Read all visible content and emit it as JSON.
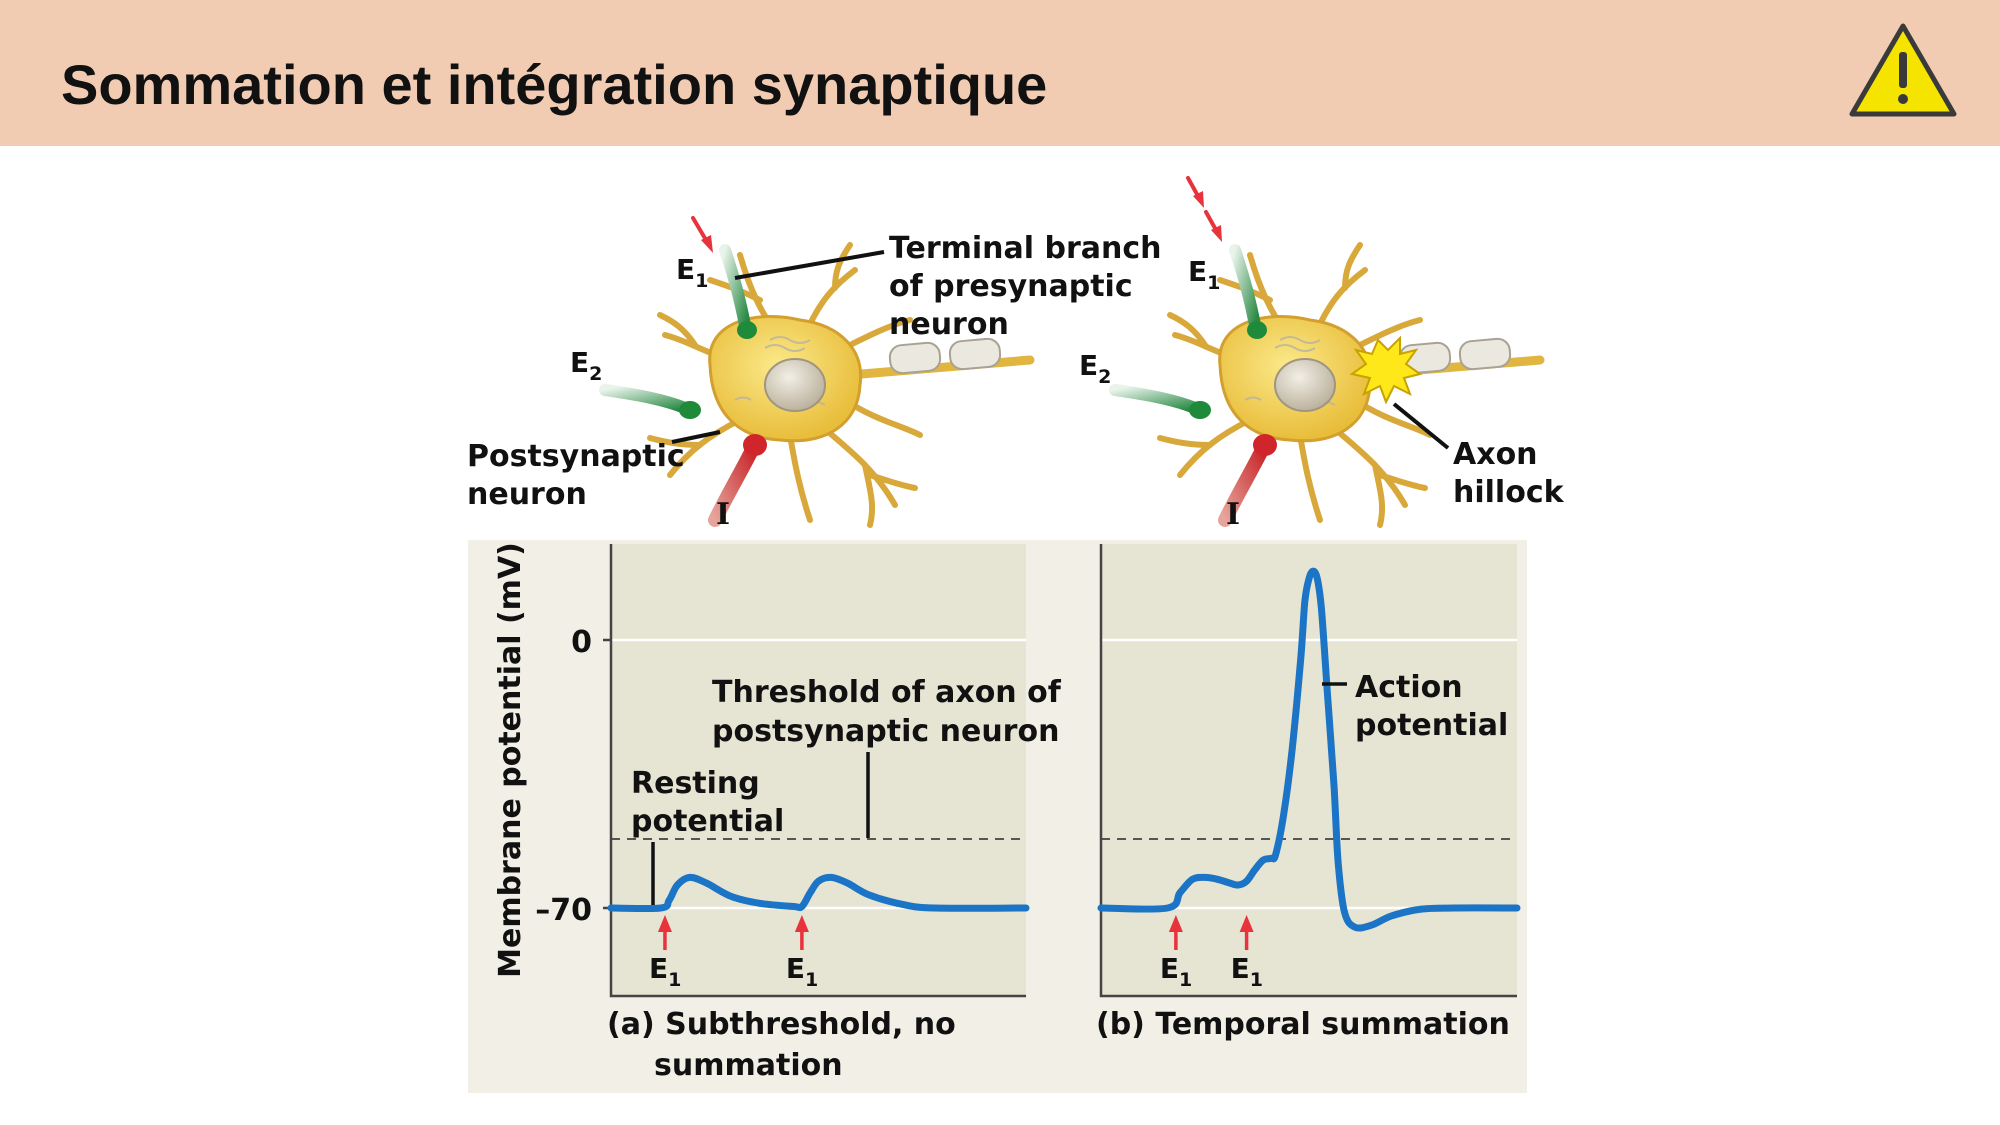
{
  "slide": {
    "title": "Sommation et intégration synaptique",
    "warning_icon": "warning-triangle-icon",
    "colors": {
      "header_bg": "#f1ccb3",
      "warning_fill": "#f5e400",
      "trace": "#1b74c6",
      "stimulus_arrow": "#e8323c",
      "panel_bg": "#e6e4d3",
      "outer_bg": "#f1efe6"
    }
  },
  "neurons": {
    "left": {
      "e1": "E",
      "e1_sub": "1",
      "e2": "E",
      "e2_sub": "2",
      "inhibitory": "I",
      "terminal_label": [
        "Terminal branch",
        "of presynaptic",
        "neuron"
      ],
      "postsynaptic_label": [
        "Postsynaptic",
        "neuron"
      ]
    },
    "right": {
      "e1": "E",
      "e1_sub": "1",
      "e2": "E",
      "e2_sub": "2",
      "inhibitory": "I",
      "hillock_label": [
        "Axon",
        "hillock"
      ]
    }
  },
  "chart_data": [
    {
      "type": "line",
      "ylabel": "Membrane potential (mV)",
      "yticks": [
        0,
        -70
      ],
      "ytick_labels": [
        "0",
        "–70"
      ],
      "resting_potential_mV": -70,
      "threshold_mV": -55,
      "stimuli": [
        {
          "label": "E",
          "sub": "1",
          "t": 0.13
        },
        {
          "label": "E",
          "sub": "1",
          "t": 0.46
        }
      ],
      "series": [
        {
          "points": [
            [
              0,
              -70
            ],
            [
              0.12,
              -70
            ],
            [
              0.14,
              -68
            ],
            [
              0.16,
              -64
            ],
            [
              0.19,
              -62
            ],
            [
              0.23,
              -63.5
            ],
            [
              0.29,
              -67
            ],
            [
              0.36,
              -68.8
            ],
            [
              0.44,
              -69.6
            ],
            [
              0.46,
              -69.6
            ],
            [
              0.48,
              -66
            ],
            [
              0.5,
              -63
            ],
            [
              0.53,
              -62
            ],
            [
              0.57,
              -63.5
            ],
            [
              0.62,
              -66.5
            ],
            [
              0.7,
              -69
            ],
            [
              0.78,
              -70
            ],
            [
              1,
              -70
            ]
          ]
        }
      ],
      "annotations": {
        "threshold": [
          "Threshold of axon of",
          "postsynaptic neuron"
        ],
        "resting": [
          "Resting",
          "potential"
        ]
      },
      "caption": [
        "(a) Subthreshold, no",
        "summation"
      ]
    },
    {
      "type": "line",
      "threshold_mV": -55,
      "resting_potential_mV": -70,
      "stimuli": [
        {
          "label": "E",
          "sub": "1",
          "t": 0.18
        },
        {
          "label": "E",
          "sub": "1",
          "t": 0.35
        }
      ],
      "series": [
        {
          "points": [
            [
              0,
              -70
            ],
            [
              0.16,
              -70
            ],
            [
              0.19,
              -66
            ],
            [
              0.22,
              -62.5
            ],
            [
              0.25,
              -62
            ],
            [
              0.28,
              -62.5
            ],
            [
              0.31,
              -63.5
            ],
            [
              0.33,
              -64
            ],
            [
              0.35,
              -63
            ],
            [
              0.37,
              -60
            ],
            [
              0.39,
              -57.5
            ],
            [
              0.41,
              -57
            ],
            [
              0.42,
              -56
            ],
            [
              0.44,
              -45
            ],
            [
              0.46,
              -28
            ],
            [
              0.48,
              -5
            ],
            [
              0.49,
              10
            ],
            [
              0.5,
              16
            ],
            [
              0.51,
              18
            ],
            [
              0.52,
              16
            ],
            [
              0.53,
              8
            ],
            [
              0.545,
              -15
            ],
            [
              0.56,
              -38
            ],
            [
              0.57,
              -58
            ],
            [
              0.585,
              -71
            ],
            [
              0.61,
              -75
            ],
            [
              0.65,
              -74.5
            ],
            [
              0.7,
              -72
            ],
            [
              0.77,
              -70.3
            ],
            [
              0.85,
              -70
            ],
            [
              1,
              -70
            ]
          ]
        }
      ],
      "annotations": {
        "action_potential": [
          "Action",
          "potential"
        ]
      },
      "caption": [
        "(b) Temporal summation"
      ]
    }
  ]
}
